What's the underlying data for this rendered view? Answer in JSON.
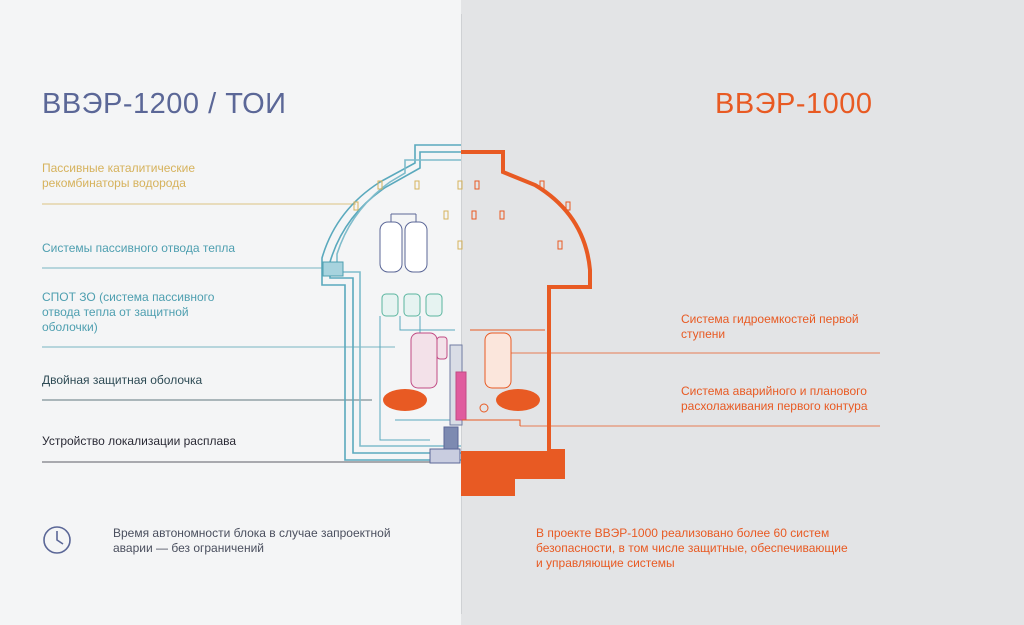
{
  "left": {
    "title": "ВВЭР-1200 / ТОИ",
    "labels": [
      {
        "line1": "Пассивные каталитические",
        "line2": "рекомбинаторы водорода"
      },
      {
        "line1": "Системы пассивного отвода тепла"
      },
      {
        "line1": "СПОТ ЗО (система пассивного",
        "line2": "отвода тепла от защитной",
        "line3": "оболочки)"
      },
      {
        "line1": "Двойная защитная оболочка"
      },
      {
        "line1": "Устройство локализации расплава"
      }
    ],
    "footnote": {
      "line1": "Время автономности блока в случае запроектной",
      "line2": "аварии — без ограничений"
    },
    "footnote_icon": "clock-icon"
  },
  "right": {
    "title": "ВВЭР-1000",
    "labels": [
      {
        "line1": "Система гидроемкостей первой",
        "line2": "ступени"
      },
      {
        "line1": "Система аварийного и планового",
        "line2": "расхолаживания первого контура"
      }
    ],
    "footnote": {
      "line1": "В проекте ВВЭР-1000 реализовано более 60 систем",
      "line2": "безопасности, в том числе защитные, обеспечивающие",
      "line3": "и управляющие системы"
    }
  },
  "colors": {
    "vver1200_title": "#5b6797",
    "vver1000_accent": "#e85a23",
    "recombiners": "#d6b25c",
    "passive_heat": "#4e9fb0",
    "containment": "#2e4b55",
    "melt_trap": "#2a2a35",
    "left_background": "#f4f5f6",
    "right_background": "#e3e4e6"
  }
}
